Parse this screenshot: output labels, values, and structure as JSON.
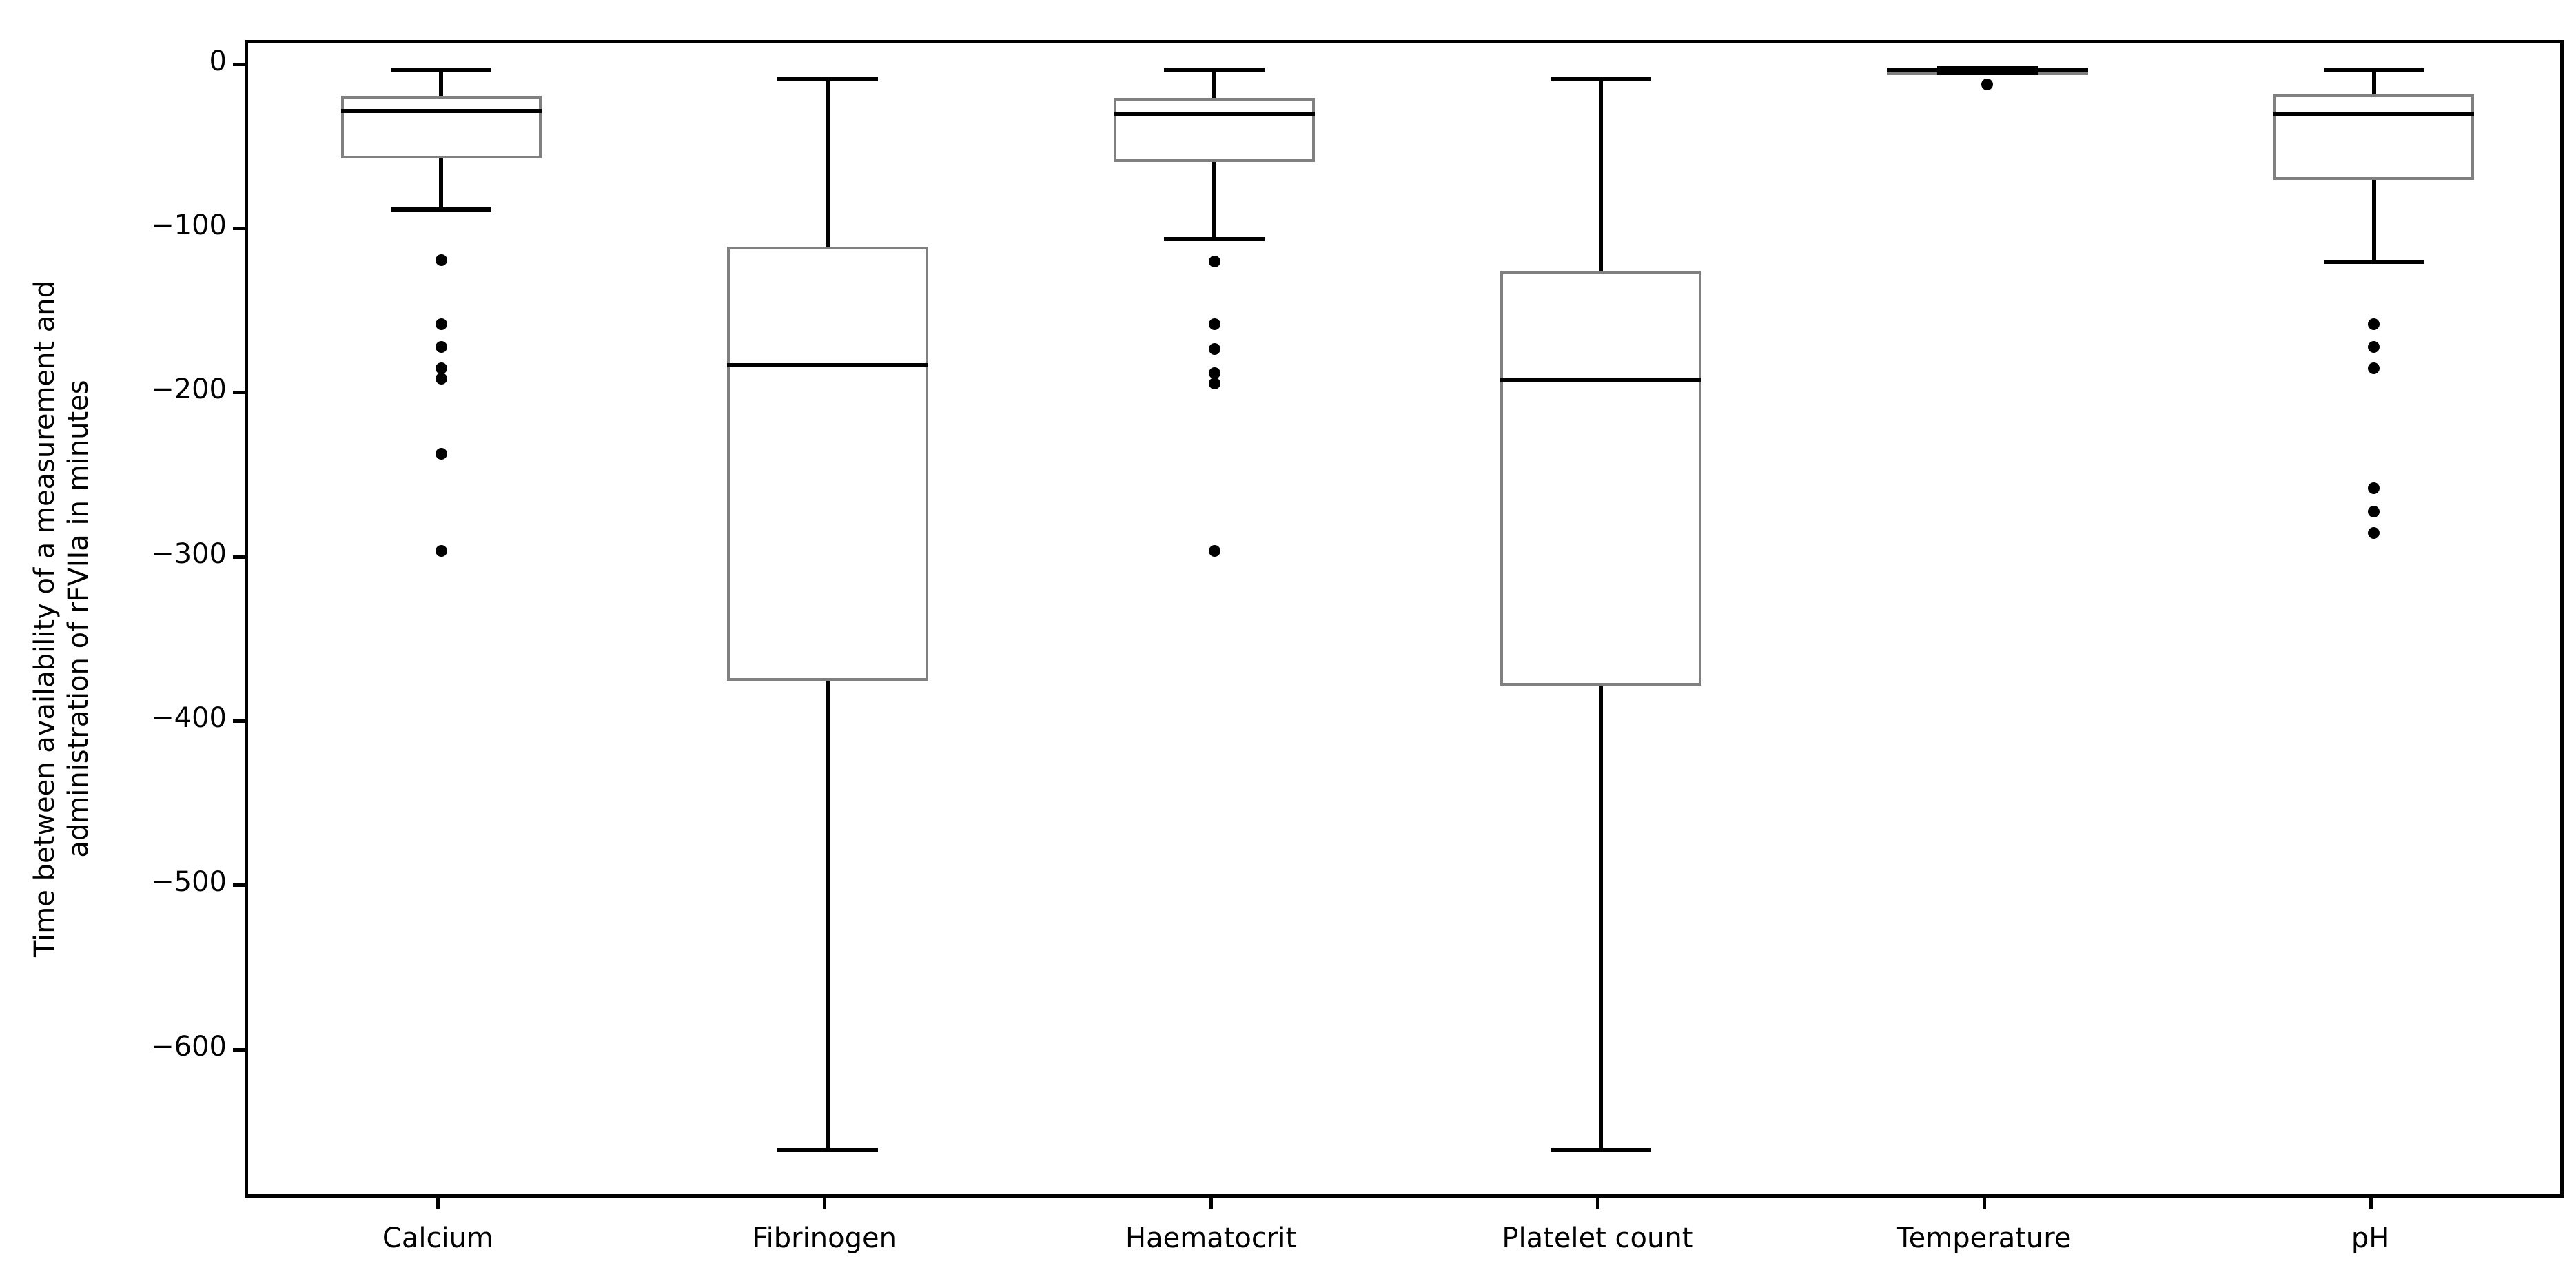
{
  "chart_data": {
    "type": "box",
    "title": "",
    "xlabel": "",
    "ylabel": "Time between availability of a measurement and\nadministration of rFVIIa in minutes",
    "ylim": [
      -690,
      15
    ],
    "yticks": [
      0,
      -100,
      -200,
      -300,
      -400,
      -500,
      -600
    ],
    "ytick_labels": [
      "0",
      "−100",
      "−200",
      "−300",
      "−400",
      "−500",
      "−600"
    ],
    "grid": false,
    "legend": null,
    "box_facecolor": "#ffffff",
    "box_edgecolor": "#808080",
    "median_color": "#000000",
    "whisker_color": "#000000",
    "flier_color": "#000000",
    "categories": [
      "Calcium",
      "Fibrinogen",
      "Haematocrit",
      "Platelet count",
      "Temperature",
      "pH"
    ],
    "boxes": [
      {
        "label": "Calcium",
        "whisker_high": -1,
        "q3": -17,
        "median": -26,
        "q1": -55,
        "whisker_low": -86,
        "fliers": [
          -117,
          -156,
          -170,
          -183,
          -189,
          -235,
          -294
        ]
      },
      {
        "label": "Fibrinogen",
        "whisker_high": -7,
        "q3": -109,
        "median": -181,
        "q1": -373,
        "whisker_low": -659,
        "fliers": []
      },
      {
        "label": "Haematocrit",
        "whisker_high": -1,
        "q3": -18,
        "median": -28,
        "q1": -57,
        "whisker_low": -104,
        "fliers": [
          -118,
          -156,
          -171,
          -186,
          -192,
          -294
        ]
      },
      {
        "label": "Platelet count",
        "whisker_high": -7,
        "q3": -124,
        "median": -190,
        "q1": -376,
        "whisker_low": -659,
        "fliers": []
      },
      {
        "label": "Temperature",
        "whisker_high": 0,
        "q3": -1,
        "median": -1,
        "q1": -2,
        "whisker_low": -3,
        "fliers": [
          -10
        ]
      },
      {
        "label": "pH",
        "whisker_high": -1,
        "q3": -16,
        "median": -28,
        "q1": -68,
        "whisker_low": -118,
        "fliers": [
          -156,
          -170,
          -183,
          -256,
          -270,
          -283
        ]
      }
    ]
  }
}
